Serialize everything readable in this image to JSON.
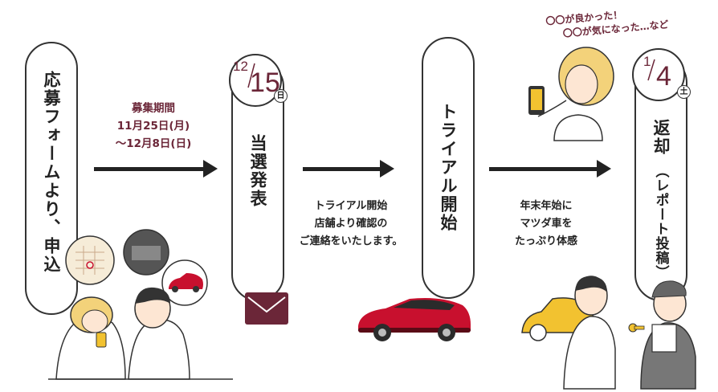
{
  "steps": {
    "apply": {
      "label": "応募フォームより、申込"
    },
    "announce": {
      "label": "当選発表",
      "month": "12",
      "day": "15",
      "weekday": "日"
    },
    "trial": {
      "label": "トライアル開始"
    },
    "return": {
      "label": "返却",
      "sub": "（レポート投稿）",
      "month": "1",
      "day": "4",
      "weekday": "土"
    }
  },
  "notes": {
    "period": {
      "line1": "募集期間",
      "line2": "11月25日(月)",
      "line3": "～12月8日(日)"
    },
    "contact": {
      "line1": "トライアル開始",
      "line2": "店舗より確認の",
      "line3": "ご連絡をいたします。"
    },
    "experience": {
      "line1": "年末年始に",
      "line2": "マツダ車を",
      "line3": "たっぷり体感"
    }
  },
  "balloon": {
    "line1": "〇〇が良かった！",
    "line2": "〇〇が気になった…など"
  },
  "colors": {
    "accent": "#6b2638",
    "car": "#c8102e",
    "line": "#222222",
    "small_car": "#f2c230"
  }
}
